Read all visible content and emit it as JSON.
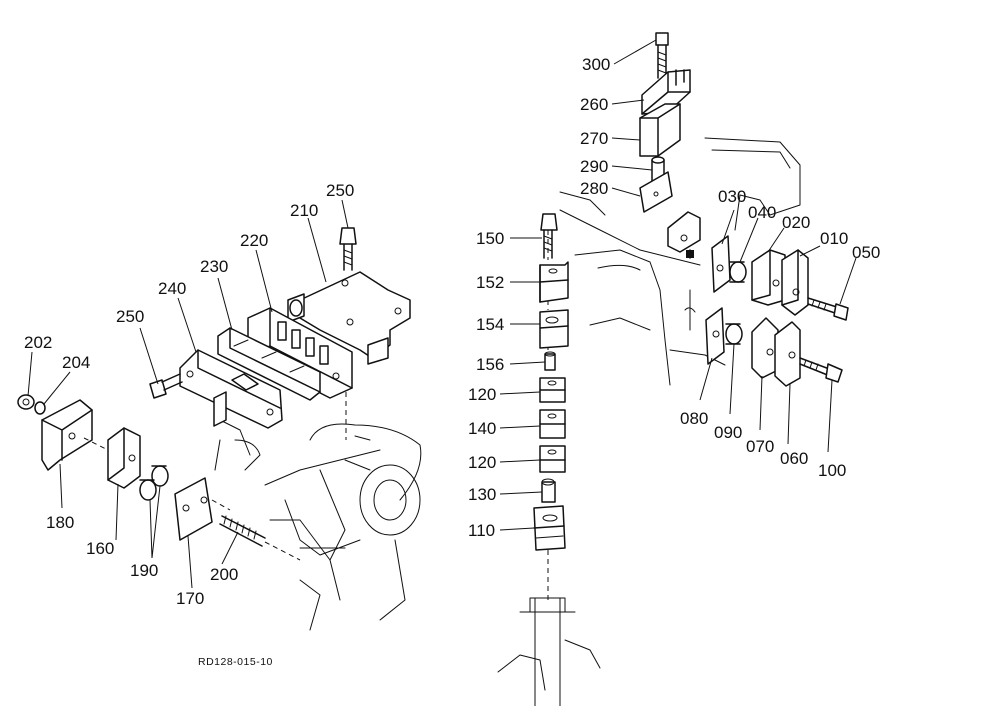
{
  "labels": {
    "p300": "300",
    "p260": "260",
    "p270": "270",
    "p290": "290",
    "p280": "280",
    "p150": "150",
    "p152": "152",
    "p154": "154",
    "p156": "156",
    "p120a": "120",
    "p140": "140",
    "p120b": "120",
    "p130": "130",
    "p110": "110",
    "p030": "030",
    "p040": "040",
    "p020": "020",
    "p010": "010",
    "p050": "050",
    "p080": "080",
    "p090": "090",
    "p070": "070",
    "p060": "060",
    "p100": "100",
    "p250a": "250",
    "p210": "210",
    "p220": "220",
    "p230": "230",
    "p240": "240",
    "p250b": "250",
    "p202": "202",
    "p204": "204",
    "p180": "180",
    "p160": "160",
    "p190": "190",
    "p170": "170",
    "p200": "200"
  },
  "reference_code": "RD128-015-10"
}
